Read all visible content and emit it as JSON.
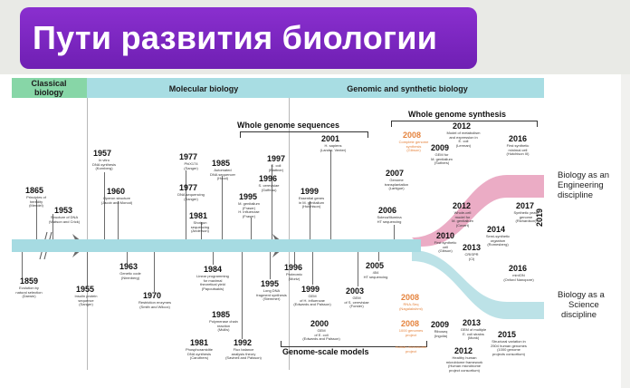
{
  "title": "Пути развития биологии",
  "eras": {
    "classical": "Classical biology",
    "molecular": "Molecular biology",
    "genomic": "Genomic and synthetic biology"
  },
  "sections": {
    "whole_genome_sequences": "Whole genome sequences",
    "whole_genome_synthesis": "Whole genome synthesis",
    "genome_scale_models": "Genome-scale models"
  },
  "outcomes": {
    "engineering": [
      "Biology as an",
      "Engineering",
      "discipline"
    ],
    "science": [
      "Biology as a",
      "Science",
      "discipline"
    ],
    "year": "2019"
  },
  "colors": {
    "banner": "#7a26c1",
    "classical_era": "#87d6a7",
    "molecular_era": "#a8dde3",
    "axis": "#a6dbe2",
    "engineering_branch": "#e9a3bf",
    "science_branch": "#b8e0e6",
    "highlight_year": "#e5833d"
  },
  "events": [
    {
      "year": "1865",
      "label": "Principles of\nheredity\n(Mendel)"
    },
    {
      "year": "1953",
      "label": "Structure of DNA\n(Watson and Crick)"
    },
    {
      "year": "1957",
      "label": "In vitro\nDNA synthesis\n(Kornberg)"
    },
    {
      "year": "1960",
      "label": "Operon structure\n(Jacob and Monod)"
    },
    {
      "year": "1977",
      "label": "PhiX174\n(Sanger)"
    },
    {
      "year": "1977",
      "label": "DNA sequencing\n(Sanger)"
    },
    {
      "year": "1985",
      "label": "Automated\nDNA sequencer\n(Hood)"
    },
    {
      "year": "1981",
      "label": "Shotgun\nsequencing\n(Anderson)"
    },
    {
      "year": "1997",
      "label": "E. coli\n(Blattner)"
    },
    {
      "year": "1996",
      "label": "S. cerevisiae\n(Goffeau)"
    },
    {
      "year": "1995",
      "label": "M. genitalium\n(Fraser)\nH. influenzae\n(Fraser)"
    },
    {
      "year": "2001",
      "label": "H. sapiens\n(Lander, Venter)"
    },
    {
      "year": "1999",
      "label": "Essential genes\nin M. genitalium\n(Hutchison)"
    },
    {
      "year": "2008",
      "label": "Complete genome\nsynthesis\n(Gibson)",
      "highlight": true
    },
    {
      "year": "2007",
      "label": "Genome\ntransplantation\n(Lartigue)"
    },
    {
      "year": "2006",
      "label": "Solexa/Illumina\nHT sequencing"
    },
    {
      "year": "2012",
      "label": "Model of metabolism\nand expression in\nE. coli\n(Lerman)"
    },
    {
      "year": "2009",
      "label": "GEM for\nM. genitalium\n(Suthers)"
    },
    {
      "year": "2016",
      "label": "First synthetic\nminimal cell\n(Hutchison III)"
    },
    {
      "year": "2012",
      "label": "Whole-cell\nmodel for\nM. genitalium\n(Covert)"
    },
    {
      "year": "2017",
      "label": "Synthetic yeast\ngenome\n(Richardson)"
    },
    {
      "year": "2014",
      "label": "Semi-synthetic\norganism\n(Romesberg)"
    },
    {
      "year": "2010",
      "label": "First synthetic\ncell\n(Gibson)"
    },
    {
      "year": "2013",
      "label": "CRISPR\n(Cl)"
    },
    {
      "year": "1859",
      "label": "Evolution by\nnatural selection\n(Darwin)"
    },
    {
      "year": "1955",
      "label": "Insulin protein\nsequence\n(Sanger)"
    },
    {
      "year": "1963",
      "label": "Genetic code\n(Nirenberg)"
    },
    {
      "year": "1970",
      "label": "Restriction enzymes\n(Smith and Wilcox)"
    },
    {
      "year": "1984",
      "label": "Linear programming\nfor maximal\ntheoretical yield\n(Papoutsakis)"
    },
    {
      "year": "1985",
      "label": "Polymerase chain\nreaction\n(Mullis)"
    },
    {
      "year": "1981",
      "label": "Phosphoramidite\nDNA synthesis\n(Caruthers)"
    },
    {
      "year": "1992",
      "label": "Flux balance\nanalysis theory\n(Savinell and Palsson)"
    },
    {
      "year": "1995",
      "label": "Long DNA\nfragment synthesis\n(Stemmer)"
    },
    {
      "year": "1996",
      "label": "Proteomic\n(Mortz)"
    },
    {
      "year": "1999",
      "label": "GEM\nof H. influenzae\n(Edwards and Palsson)"
    },
    {
      "year": "2000",
      "label": "GEM\nof E. coli\n(Edwards and Palsson)"
    },
    {
      "year": "2003",
      "label": "GEM\nof S. cerevisiae\n(Forster)"
    },
    {
      "year": "2005",
      "label": "454\nHT sequencing"
    },
    {
      "year": "2008",
      "label": "RNA-Seq\n(Nagalakshmi)",
      "highlight": true
    },
    {
      "year": "2008",
      "label": "1000 genomes\nproject",
      "highlight": true
    },
    {
      "year": "2009",
      "label": "Riboseq\n(Ingolia)"
    },
    {
      "year": "2013",
      "label": "GEM of multiple\nE. coli strains\n(Monk)"
    },
    {
      "year": "2012",
      "label": "Healthy human\nmicrobiome framework\n(Human microbiome\nproject consortium)"
    },
    {
      "year": "2008",
      "label": "Human microbiome\nproject",
      "highlight": true
    },
    {
      "year": "2015",
      "label": "Structural variation in\n2504 human genomes\n(1000 genome\nprojects consortium)"
    },
    {
      "year": "2016",
      "label": "minION\n(Oxford Nanopore)"
    }
  ]
}
